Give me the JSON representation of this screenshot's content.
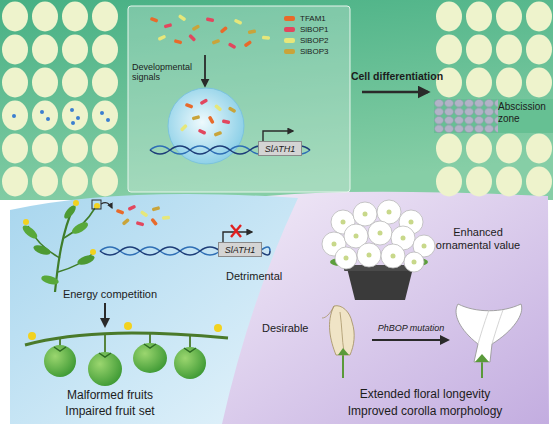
{
  "diagram": {
    "nodes": [
      {
        "text": [
          "SlATH1"
        ]
      },
      {
        "text": [
          "SlATH1"
        ]
      }
    ],
    "labels": [
      "Developmental signals",
      "Cell differentiation",
      "Abscission zone",
      "Energy competition",
      "Detrimental",
      "Malformed fruits",
      "Impaired fruit set",
      "Enhanced ornamental value",
      "PhBOP mutation",
      "Desirable",
      "Extended floral longevity",
      "Improved corolla morphology"
    ],
    "legend": [
      {
        "text": "TFAM1",
        "color": "#e86a2a"
      },
      {
        "text": "SlBOP1",
        "color": "#e2475e"
      },
      {
        "text": "SlBOP2",
        "color": "#e6e77a"
      },
      {
        "text": "SlBOP3",
        "color": "#c9a43a"
      }
    ]
  }
}
